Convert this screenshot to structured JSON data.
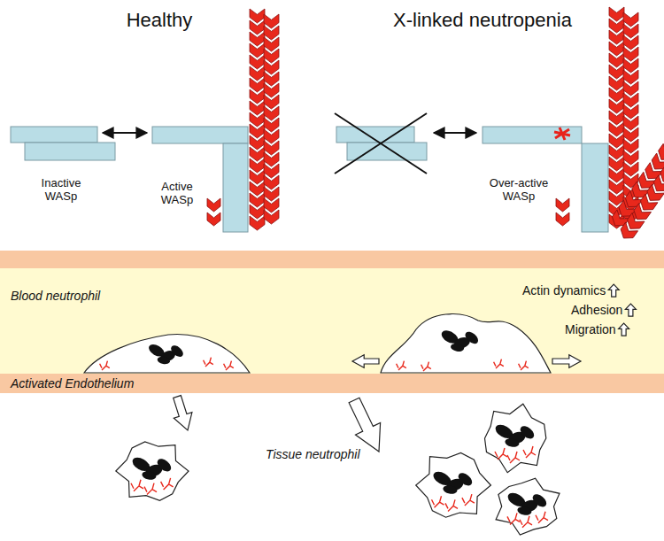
{
  "diagram": {
    "labels": [
      "Healthy",
      "X-linked neutropenia",
      "Inactive WASp",
      "Active WASp",
      "Over-active WASp",
      "Blood neutrophil",
      "Actin dynamics",
      "Adhesion",
      "Migration",
      "Activated Endothelium",
      "Tissue neutrophil"
    ]
  }
}
